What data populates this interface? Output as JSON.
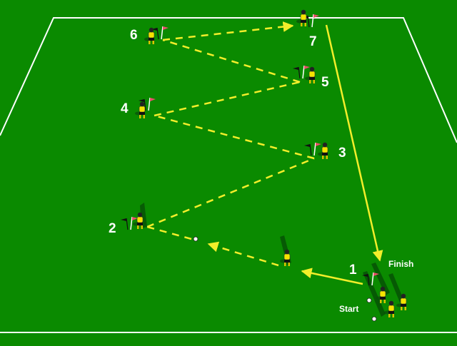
{
  "colors": {
    "grass": "#0a8a00",
    "lines": "#ffffff",
    "path": "#f2ee2a",
    "shirt": "#f5e400",
    "shorts": "#111111",
    "flag": "#e8506a"
  },
  "labels": {
    "station_1": "1",
    "station_2": "2",
    "station_3": "3",
    "station_4": "4",
    "station_5": "5",
    "station_6": "6",
    "station_7": "7",
    "start": "Start",
    "finish": "Finish"
  }
}
